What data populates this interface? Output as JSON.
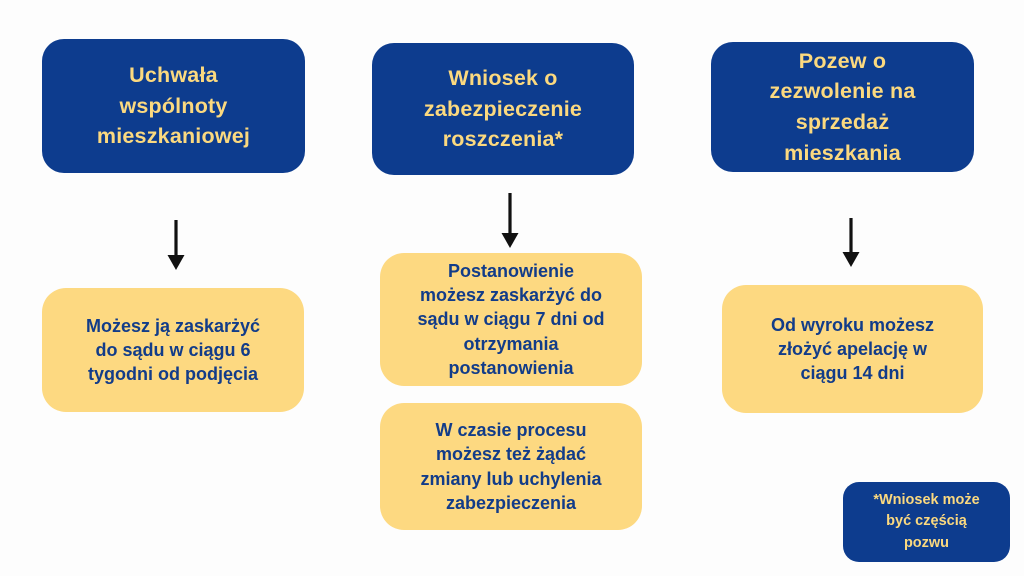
{
  "colors": {
    "blue": "#0D3C8E",
    "yellow": "#FDD981",
    "text-yellow": "#FBD97F",
    "text-blue": "#123C89",
    "arrow": "#111111",
    "bg": "#FDFDFD"
  },
  "flow": {
    "columns": [
      {
        "id": "uchwala",
        "header": "Uchwała\nwspólnoty\nmieszkaniowej",
        "result": "Możesz ją zaskarżyć\ndo sądu w ciągu 6\ntygodni od podjęcia"
      },
      {
        "id": "wniosek",
        "header": "Wniosek o\nzabezpieczenie\nroszczenia*",
        "result": "Postanowienie\nmożesz zaskarżyć do\nsądu w ciągu 7 dni od\notrzymania\npostanowienia",
        "extra": "W czasie procesu\nmożesz też żądać\nzmiany lub uchylenia\nzabezpieczenia"
      },
      {
        "id": "pozew",
        "header": "Pozew o\nzezwolenie na\nsprzedaż\nmieszkania",
        "result": "Od wyroku możesz\nzłożyć apelację w\nciągu 14 dni"
      }
    ],
    "footnote": "*Wniosek może\nbyć częścią\npozwu"
  }
}
